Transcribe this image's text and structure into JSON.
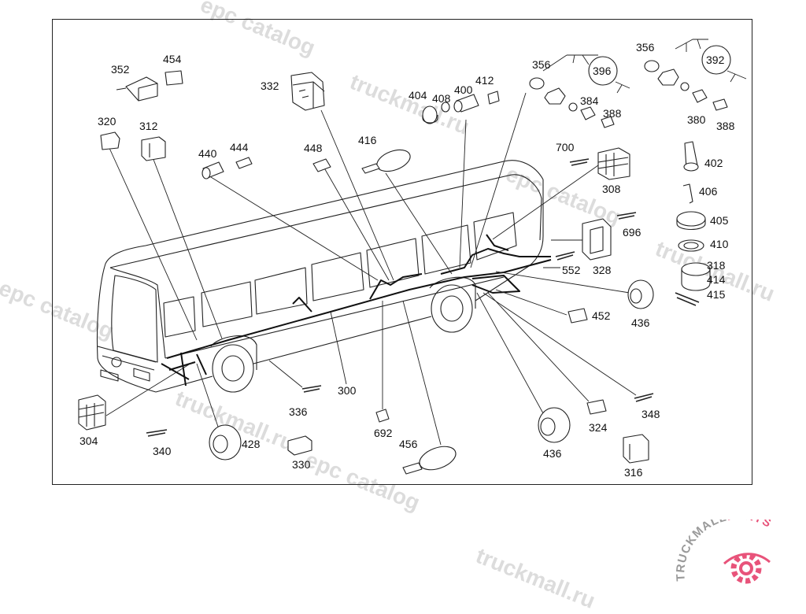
{
  "watermarks": [
    "epc catalog",
    "truckmall.ru",
    "epc catalog",
    "truckmall.ru",
    "epc catalog",
    "l epc catalog",
    "truckmall.ru",
    "truckmall.ru epc catalog",
    "truckmall.ru"
  ],
  "callouts": {
    "c352": "352",
    "c454": "454",
    "c332": "332",
    "c404": "404",
    "c408": "408",
    "c400": "400",
    "c412": "412",
    "c356a": "356",
    "c396": "396",
    "c384": "384",
    "c388a": "388",
    "c356b": "356",
    "c392": "392",
    "c380": "380",
    "c388b": "388",
    "c320": "320",
    "c312": "312",
    "c440": "440",
    "c444": "444",
    "c448": "448",
    "c416": "416",
    "c700": "700",
    "c308": "308",
    "c402": "402",
    "c406": "406",
    "c405": "405",
    "c696": "696",
    "c410": "410",
    "c318": "318",
    "c414": "414",
    "c415": "415",
    "c552": "552",
    "c328": "328",
    "c452": "452",
    "c436a": "436",
    "c300": "300",
    "c336": "336",
    "c692": "692",
    "c304": "304",
    "c340": "340",
    "c428": "428",
    "c330": "330",
    "c456": "456",
    "c436b": "436",
    "c324": "324",
    "c348": "348",
    "c316": "316"
  },
  "logo": {
    "text": "TRUCKMALL",
    "text_accent": "PARTS",
    "accent_color": "#e8537a",
    "text_color": "#9a9a9a"
  }
}
